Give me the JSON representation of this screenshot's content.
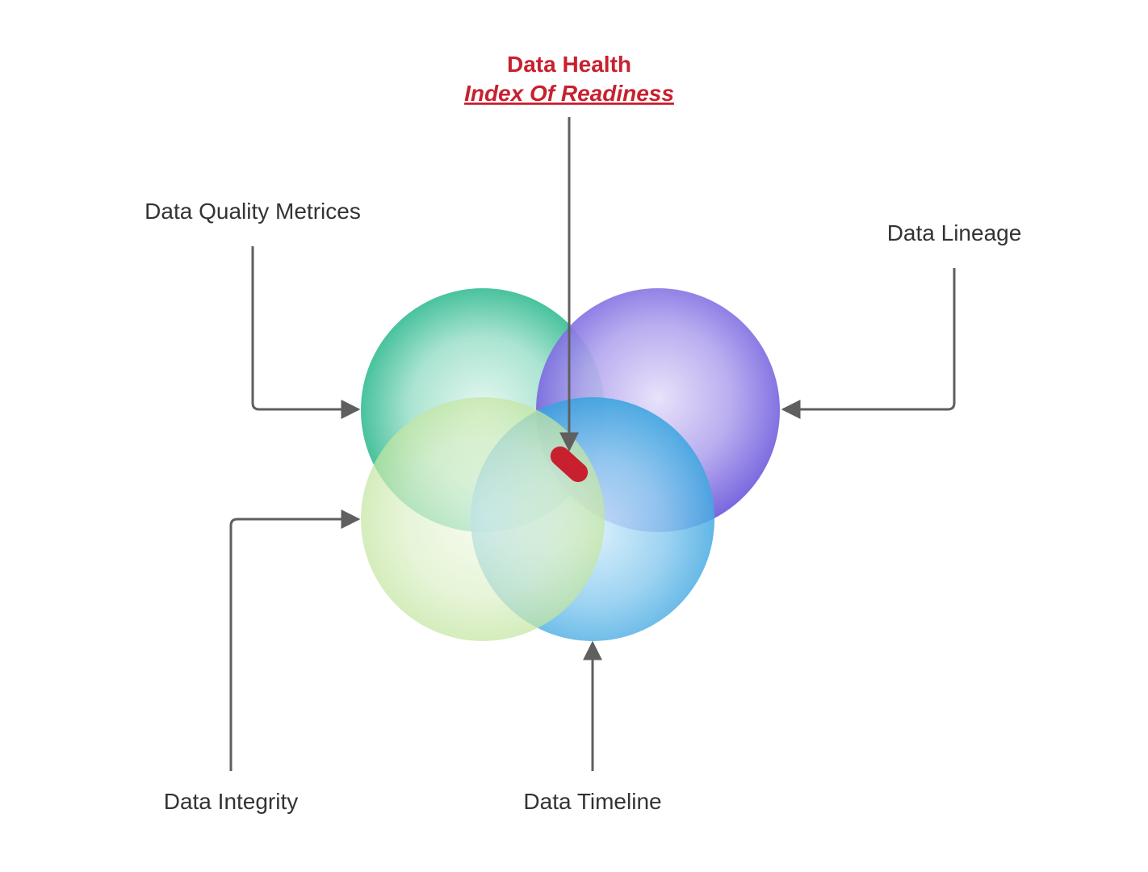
{
  "diagram": {
    "title": "Data Health",
    "subtitle": "Index Of Readiness",
    "accent_color": "#c8202f",
    "connector_color": "#5f5f5f",
    "circles": [
      {
        "id": "quality",
        "label": "Data Quality Metrices",
        "color_inner": "#d4f3ea",
        "color_outer": "#3fbf98"
      },
      {
        "id": "lineage",
        "label": "Data Lineage",
        "color_inner": "#ded8f8",
        "color_outer": "#7060e0"
      },
      {
        "id": "timeline",
        "label": "Data Timeline",
        "color_inner": "#c4e6f8",
        "color_outer": "#3ea8e0"
      },
      {
        "id": "integrity",
        "label": "Data Integrity",
        "color_inner": "#eaf6da",
        "color_outer": "#c2e6a0"
      }
    ],
    "center_marker": {
      "shape": "rounded-pill",
      "color": "#c8202f"
    }
  }
}
